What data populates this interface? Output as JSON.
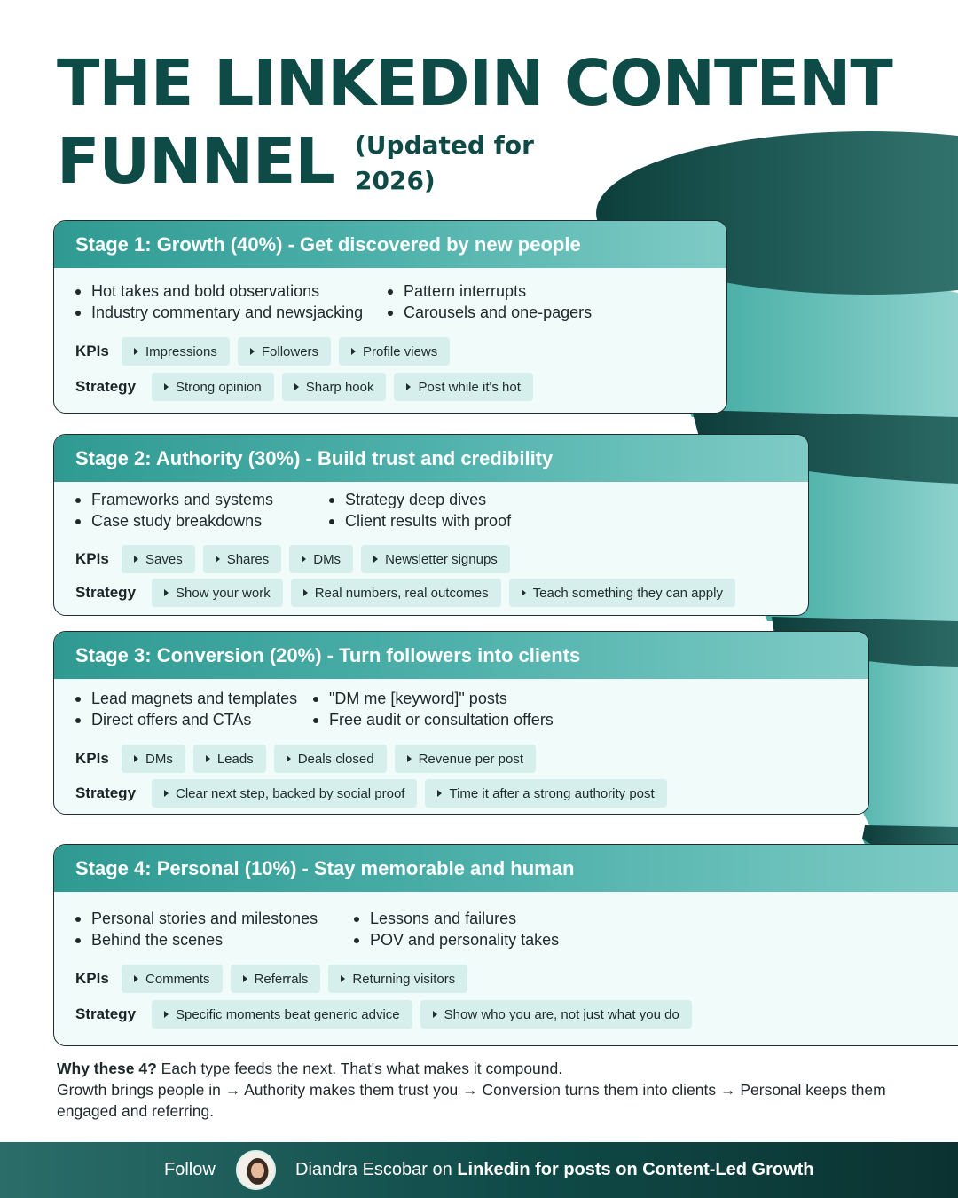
{
  "title": {
    "line1": "THE LINKEDIN CONTENT",
    "line2": "FUNNEL",
    "subtitle": "(Updated for 2026)"
  },
  "labels": {
    "kpis": "KPIs",
    "strategy": "Strategy"
  },
  "stages": [
    {
      "header": "Stage 1: Growth (40%) - Get discovered by new people",
      "bullets_left": [
        "Hot takes and bold observations",
        "Industry commentary and newsjacking"
      ],
      "bullets_right": [
        "Pattern interrupts",
        "Carousels and one-pagers"
      ],
      "kpis": [
        "Impressions",
        "Followers",
        "Profile views"
      ],
      "strategy": [
        "Strong opinion",
        "Sharp hook",
        "Post while it's hot"
      ]
    },
    {
      "header": "Stage 2: Authority (30%) - Build trust and credibility",
      "bullets_left": [
        "Frameworks and systems",
        "Case study breakdowns"
      ],
      "bullets_right": [
        "Strategy deep dives",
        "Client results with proof"
      ],
      "kpis": [
        "Saves",
        "Shares",
        "DMs",
        "Newsletter signups"
      ],
      "strategy": [
        "Show your work",
        "Real numbers, real outcomes",
        "Teach something they can apply"
      ]
    },
    {
      "header": "Stage 3: Conversion (20%) - Turn followers into clients",
      "bullets_left": [
        "Lead magnets and templates",
        "Direct offers and CTAs"
      ],
      "bullets_right": [
        "\"DM me [keyword]\" posts",
        "Free audit or consultation offers"
      ],
      "kpis": [
        "DMs",
        "Leads",
        "Deals closed",
        "Revenue per post"
      ],
      "strategy": [
        "Clear next step, backed by social proof",
        "Time it after a strong authority post"
      ]
    },
    {
      "header": "Stage 4: Personal (10%) - Stay memorable and human",
      "bullets_left": [
        "Personal stories and milestones",
        "Behind the scenes"
      ],
      "bullets_right": [
        "Lessons and failures",
        "POV and personality takes"
      ],
      "kpis": [
        "Comments",
        "Referrals",
        "Returning visitors"
      ],
      "strategy": [
        "Specific moments beat generic advice",
        "Show who you are, not just what you do"
      ]
    }
  ],
  "why": {
    "lead": "Why these 4?",
    "line1": " Each type feeds the next. That's what makes it compound.",
    "line2": "Growth brings people in → Authority makes them trust you → Conversion turns them into clients → Personal keeps them engaged and referring."
  },
  "footer": {
    "follow": "Follow",
    "name": "Diandra Escobar on ",
    "cta": "Linkedin for posts on Content-Led Growth"
  },
  "colors": {
    "title": "#0e4a46",
    "header_start": "#2f9a92",
    "header_end": "#7fcbc6",
    "chip": "#d6efec",
    "card_bg": "#f1fbfa",
    "footer_dark": "#0b3231"
  }
}
